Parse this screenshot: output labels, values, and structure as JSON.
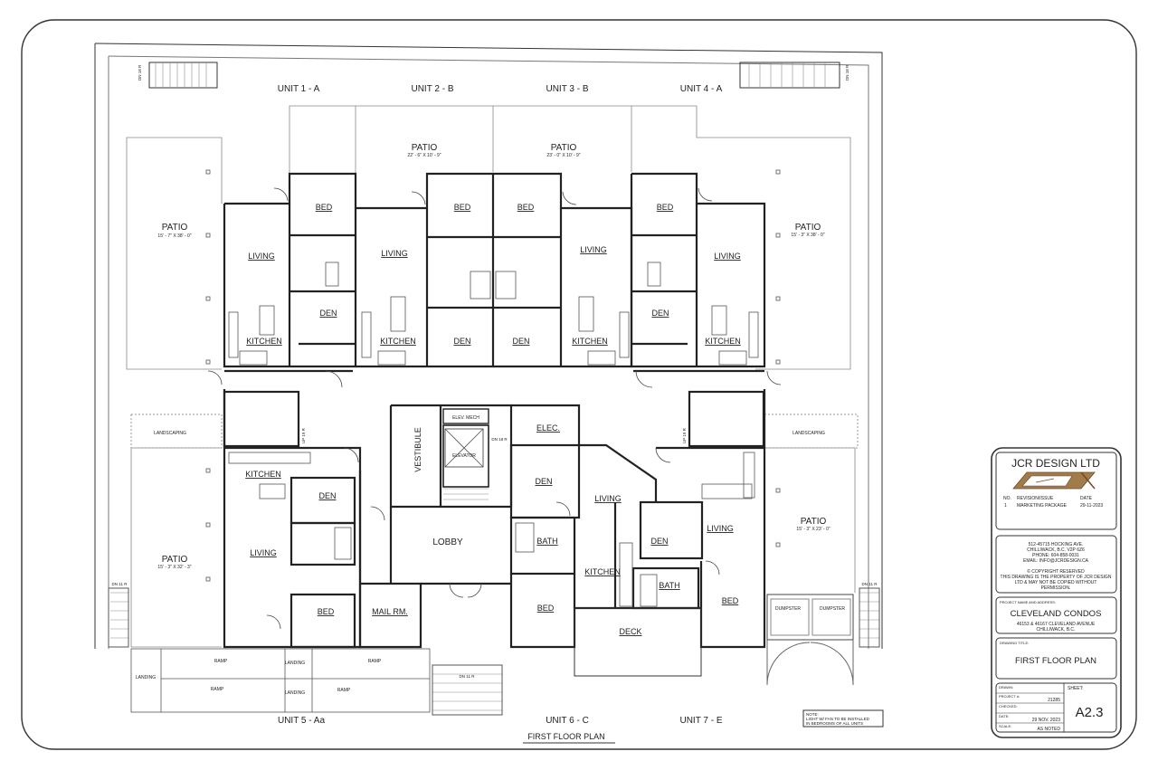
{
  "units": {
    "u1": "UNIT 1 - A",
    "u2": "UNIT 2 - B",
    "u3": "UNIT 3 - B",
    "u4": "UNIT 4 - A",
    "u5": "UNIT 5 - Aa",
    "u6": "UNIT 6 - C",
    "u7": "UNIT 7 - E"
  },
  "rooms": {
    "patio": "PATIO",
    "bed": "BED",
    "living": "LIVING",
    "den": "DEN",
    "kitchen": "KITCHEN",
    "bath": "BATH",
    "elec": "ELEC.",
    "vestibule": "VESTIBULE",
    "elev_mech": "ELEV. MECH",
    "elevator": "ELEVATOR",
    "lobby": "LOBBY",
    "mail": "MAIL RM.",
    "deck": "DECK",
    "landscaping": "LANDSCAPING",
    "dumpster": "DUMPSTER",
    "ramp": "RAMP",
    "landing": "LANDING"
  },
  "dims": {
    "patio_u1": "15' - 7\" X 38' - 0\"",
    "patio_u2": "22' - 6\" X 10' - 9\"",
    "patio_u3": "23' - 0\" X 10' - 9\"",
    "patio_u4": "15' - 3\" X 38' - 0\"",
    "patio_u5": "15' - 3\" X 32' - 3\"",
    "patio_u7": "15' - 3\" X 23' - 0\""
  },
  "stairs": {
    "dn18": "DN 18 R",
    "up19": "UP 19 R",
    "dn11": "DN 11 R"
  },
  "plan_title": "FIRST FLOOR PLAN",
  "note": {
    "l1": "NOTE:",
    "l2": "LIGHT W/ FAN TO BE INSTALLED",
    "l3": "IN BEDROOMS OF ALL UNITS"
  },
  "title_block": {
    "company": "JCR DESIGN LTD",
    "rev_no_hdr": "NO.",
    "rev_issue_hdr": "REVISION/ISSUE",
    "rev_date_hdr": "DATE",
    "rev_no": "1",
    "rev_issue": "MARKETING PACKAGE",
    "rev_date": "29-11-2023",
    "addr1": "512-45715 HOCKING AVE.",
    "addr2": "CHILLIWACK, B.C.   V2P 6Z6",
    "phone": "PHONE: 604-858-0031",
    "email": "EMAIL:   INFO@JCRDESIGN.CA",
    "copy1": "© COPYRIGHT RESERVED",
    "copy2": "THIS DRAWING IS THE PROPERTY OF JCR DESIGN",
    "copy3": "LTD & MAY NOT BE COPIED WITHOUT",
    "copy4": "PERMISSION.",
    "proj_label": "PROJECT NAME AND ADDRESS:",
    "proj_name": "CLEVELAND CONDOS",
    "proj_addr1": "46153 & 46167 CLEVELAND AVENUE",
    "proj_addr2": "CHILLIWACK, B.C.",
    "dwg_label": "DRAWING TITLE:",
    "dwg_title": "FIRST FLOOR PLAN",
    "drawn_label": "DRAWN:",
    "project_label": "PROJECT #:",
    "project_no": "21285",
    "checked_label": "CHECKED:",
    "date_label": "DATE:",
    "date_val": "29 NOV. 2023",
    "scale_label": "SCALE:",
    "scale_val": "AS NOTED",
    "sheet_label": "SHEET:",
    "sheet_no": "A2.3"
  }
}
